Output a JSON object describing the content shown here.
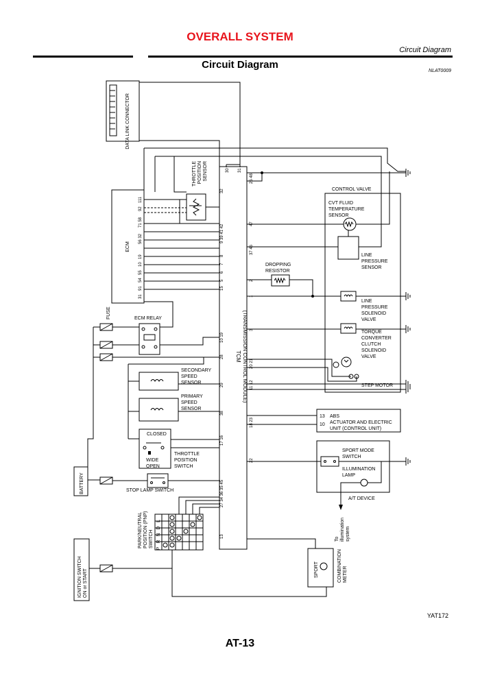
{
  "header": {
    "section_title": "OVERALL SYSTEM",
    "subtitle": "Circuit Diagram",
    "diagram_title": "Circuit Diagram",
    "ref_code": "NLAT0009"
  },
  "footer": {
    "figure_code": "YAT172",
    "page_number": "AT-13"
  },
  "colors": {
    "section_title": "#e8141c",
    "lines": "#000000"
  },
  "tcm": {
    "label": "TCM",
    "sublabel": "(TRANSMISSION CONTROL MODULE)",
    "pins_top": [
      "30",
      "31",
      "25 48"
    ],
    "pins_left": [
      "32",
      "9 39 41 42",
      "8",
      "7",
      "6",
      "5",
      "15",
      "10 19",
      "28",
      "29",
      "38",
      "17 16",
      "27 34 36 35 45",
      "13"
    ],
    "pins_right": [
      "47",
      "37 46",
      "2",
      "1",
      "3",
      "20 21",
      "11 12",
      "18 23",
      "22"
    ]
  },
  "components": {
    "data_link": "DATA LINK CONNECTOR",
    "throttle_sensor": "THROTTLE POSITION SENSOR",
    "ecm": "ECM",
    "ecm_pins": [
      "111",
      "92",
      "71 58",
      "56 32",
      "19",
      "10",
      "55",
      "54",
      "91",
      "31"
    ],
    "fuse": "FUSE",
    "ecm_relay": "ECM RELAY",
    "secondary_speed": "SECONDARY SPEED SENSOR",
    "primary_speed": "PRIMARY SPEED SENSOR",
    "closed": "CLOSED",
    "wide_open": "WIDE OPEN",
    "throttle_switch": "THROTTLE POSITION SWITCH",
    "battery": "BATTERY",
    "stop_lamp": "STOP LAMP SWITCH",
    "pnp_switch": "PARK/NEUTRAL POSITION (PNP) SWITCH",
    "pnp_positions": [
      "P",
      "R",
      "N",
      "D",
      "L"
    ],
    "ignition": "IGNITION SWITCH ON or START",
    "control_valve": "CONTROL VALVE",
    "cvt_fluid": "CVT FLUID TEMPERATURE SENSOR",
    "line_pressure_sensor": "LINE PRESSURE SENSOR",
    "dropping_resistor": "DROPPING RESISTOR",
    "line_pressure_solenoid": "LINE PRESSURE SOLENOID VALVE",
    "torque_converter": "TORQUE CONVERTER CLUTCH SOLENOID VALVE",
    "step_motor": "STEP MOTOR",
    "abs_unit": "ABS ACTUATOR AND ELECTRIC UNIT (CONTROL UNIT)",
    "abs_pins": [
      "13",
      "10"
    ],
    "sport_switch": "SPORT MODE SWITCH",
    "illumination_lamp": "ILLUMINATION LAMP",
    "at_device": "A/T DEVICE",
    "to_illumination": "To illumination system",
    "sport": "SPORT",
    "combination_meter": "COMBINATION METER"
  }
}
